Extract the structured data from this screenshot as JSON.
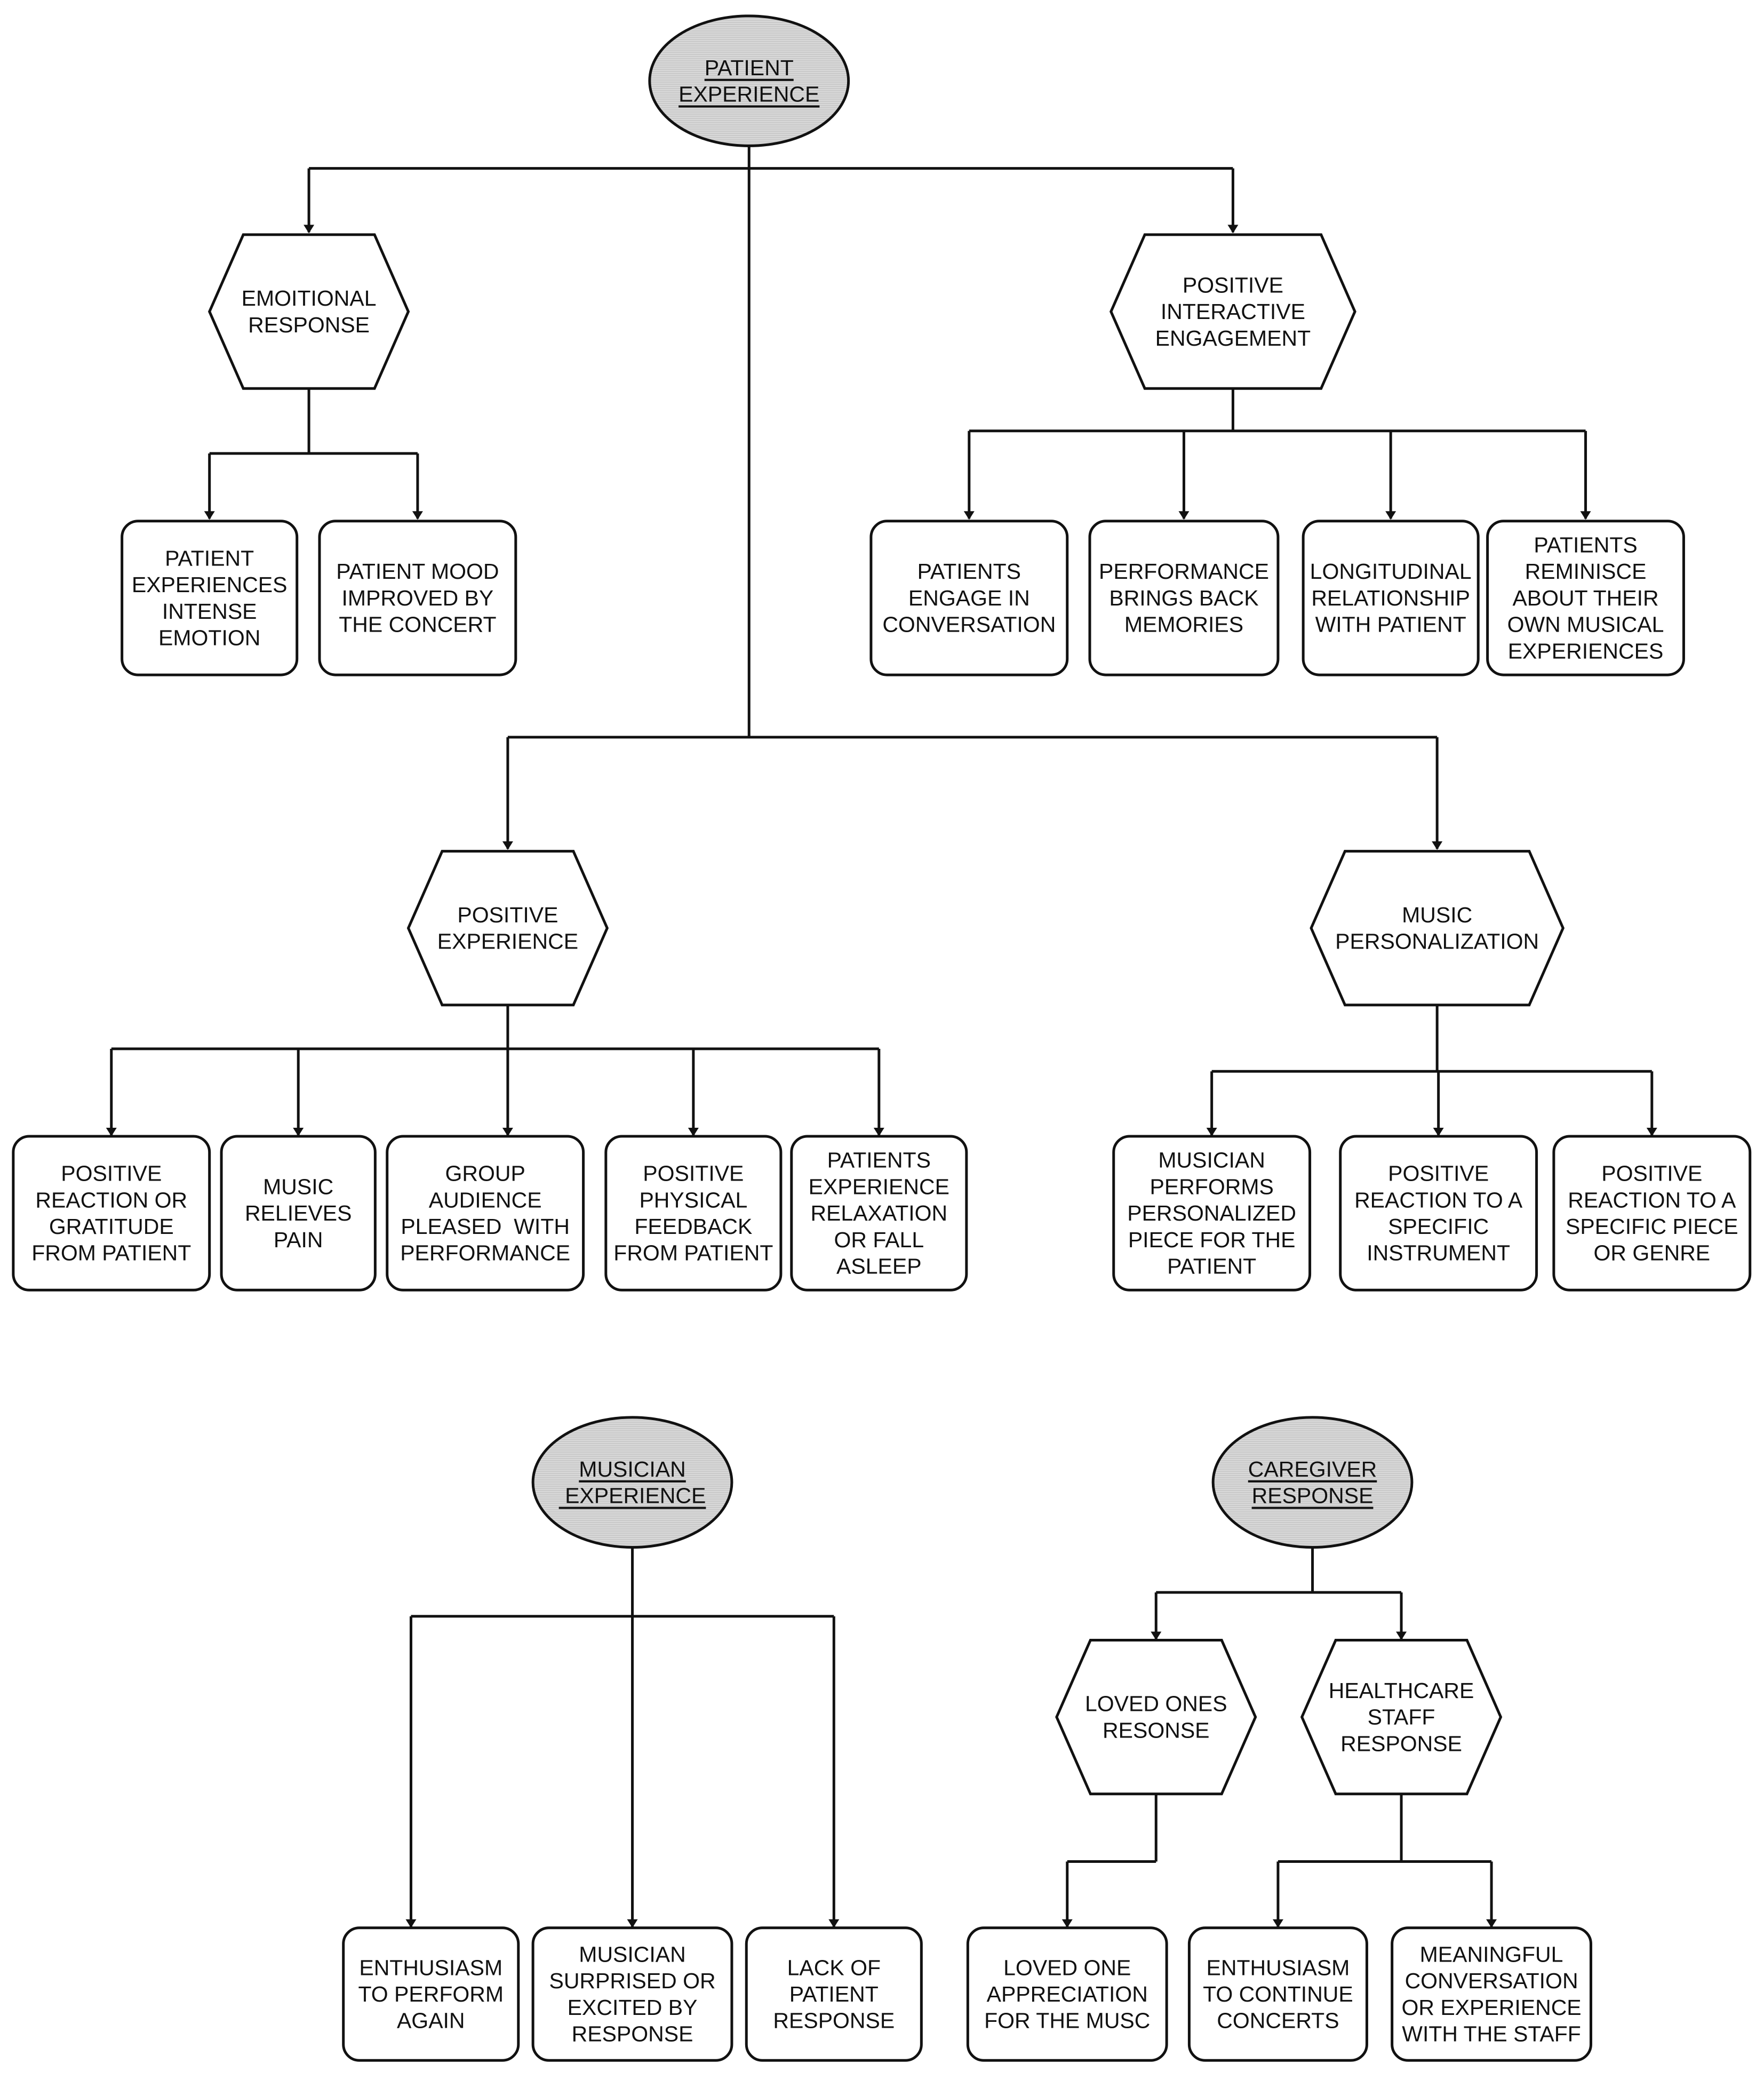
{
  "roots": {
    "patient_experience": {
      "lines": [
        "PATIENT",
        "EXPERIENCE"
      ],
      "underline": true
    },
    "musician_experience": {
      "lines": [
        "MUSICIAN",
        " EXPERIENCE"
      ],
      "underline": true
    },
    "caregiver_response": {
      "lines": [
        "CAREGIVER",
        "RESPONSE"
      ],
      "underline": true
    }
  },
  "categories": {
    "emotional_response": {
      "lines": [
        "EMOITIONAL",
        "RESPONSE"
      ]
    },
    "positive_interactive_engagement": {
      "lines": [
        "POSITIVE",
        "INTERACTIVE",
        "ENGAGEMENT"
      ]
    },
    "positive_experience": {
      "lines": [
        "POSITIVE",
        "EXPERIENCE"
      ]
    },
    "music_personalization": {
      "lines": [
        "MUSIC",
        "PERSONALIZATION"
      ]
    },
    "loved_ones_response": {
      "lines": [
        "LOVED ONES",
        "RESONSE"
      ]
    },
    "healthcare_staff_response": {
      "lines": [
        "HEALTHCARE",
        "STAFF",
        "RESPONSE"
      ]
    }
  },
  "themes": {
    "intense_emotion": {
      "lines": [
        "PATIENT",
        "EXPERIENCES",
        "INTENSE",
        "EMOTION"
      ]
    },
    "mood_improved": {
      "lines": [
        "PATIENT MOOD",
        "IMPROVED BY",
        "THE CONCERT"
      ]
    },
    "engage_conversation": {
      "lines": [
        "PATIENTS",
        "ENGAGE IN",
        "CONVERSATION"
      ]
    },
    "brings_back_memories": {
      "lines": [
        "PERFORMANCE",
        "BRINGS BACK",
        "MEMORIES"
      ]
    },
    "longitudinal_relationship": {
      "lines": [
        "LONGITUDINAL",
        "RELATIONSHIP",
        "WITH PATIENT"
      ]
    },
    "reminisce": {
      "lines": [
        "PATIENTS",
        "REMINISCE",
        "ABOUT THEIR",
        "OWN MUSICAL",
        "EXPERIENCES"
      ]
    },
    "gratitude": {
      "lines": [
        "POSITIVE",
        "REACTION OR",
        "GRATITUDE",
        "FROM PATIENT"
      ]
    },
    "relieves_pain": {
      "lines": [
        "MUSIC",
        "RELIEVES",
        "PAIN"
      ]
    },
    "group_audience": {
      "lines": [
        "GROUP",
        "AUDIENCE",
        "PLEASED  WITH",
        "PERFORMANCE"
      ]
    },
    "physical_feedback": {
      "lines": [
        "POSITIVE",
        "PHYSICAL",
        "FEEDBACK",
        "FROM PATIENT"
      ]
    },
    "relaxation": {
      "lines": [
        "PATIENTS",
        "EXPERIENCE",
        "RELAXATION",
        "OR FALL",
        "ASLEEP"
      ]
    },
    "personalized_piece": {
      "lines": [
        "MUSICIAN",
        "PERFORMS",
        "PERSONALIZED",
        "PIECE FOR THE",
        "PATIENT"
      ]
    },
    "specific_instrument": {
      "lines": [
        "POSITIVE",
        "REACTION TO A",
        "SPECIFIC",
        "INSTRUMENT"
      ]
    },
    "specific_piece_genre": {
      "lines": [
        "POSITIVE",
        "REACTION TO A",
        "SPECIFIC PIECE",
        "OR GENRE"
      ]
    },
    "enthusiasm_perform": {
      "lines": [
        "ENTHUSIASM",
        "TO PERFORM",
        "AGAIN"
      ]
    },
    "musician_surprised": {
      "lines": [
        "MUSICIAN",
        "SURPRISED OR",
        "EXCITED BY",
        "RESPONSE"
      ]
    },
    "lack_of_response": {
      "lines": [
        "LACK OF",
        "PATIENT",
        "RESPONSE"
      ]
    },
    "loved_one_appreciation": {
      "lines": [
        "LOVED ONE",
        "APPRECIATION",
        "FOR THE MUSC"
      ]
    },
    "enthusiasm_continue": {
      "lines": [
        "ENTHUSIASM",
        "TO CONTINUE",
        "CONCERTS"
      ]
    },
    "meaningful_conversation": {
      "lines": [
        "MEANINGFUL",
        "CONVERSATION",
        "OR EXPERIENCE",
        "WITH THE STAFF"
      ]
    }
  },
  "colors": {
    "stroke": "#111111",
    "root_fill": "#d9d9d9",
    "node_fill": "#ffffff",
    "text": "#111111"
  },
  "icons": {
    "root": "ellipse",
    "category": "hexagon",
    "theme": "rounded-rectangle"
  }
}
